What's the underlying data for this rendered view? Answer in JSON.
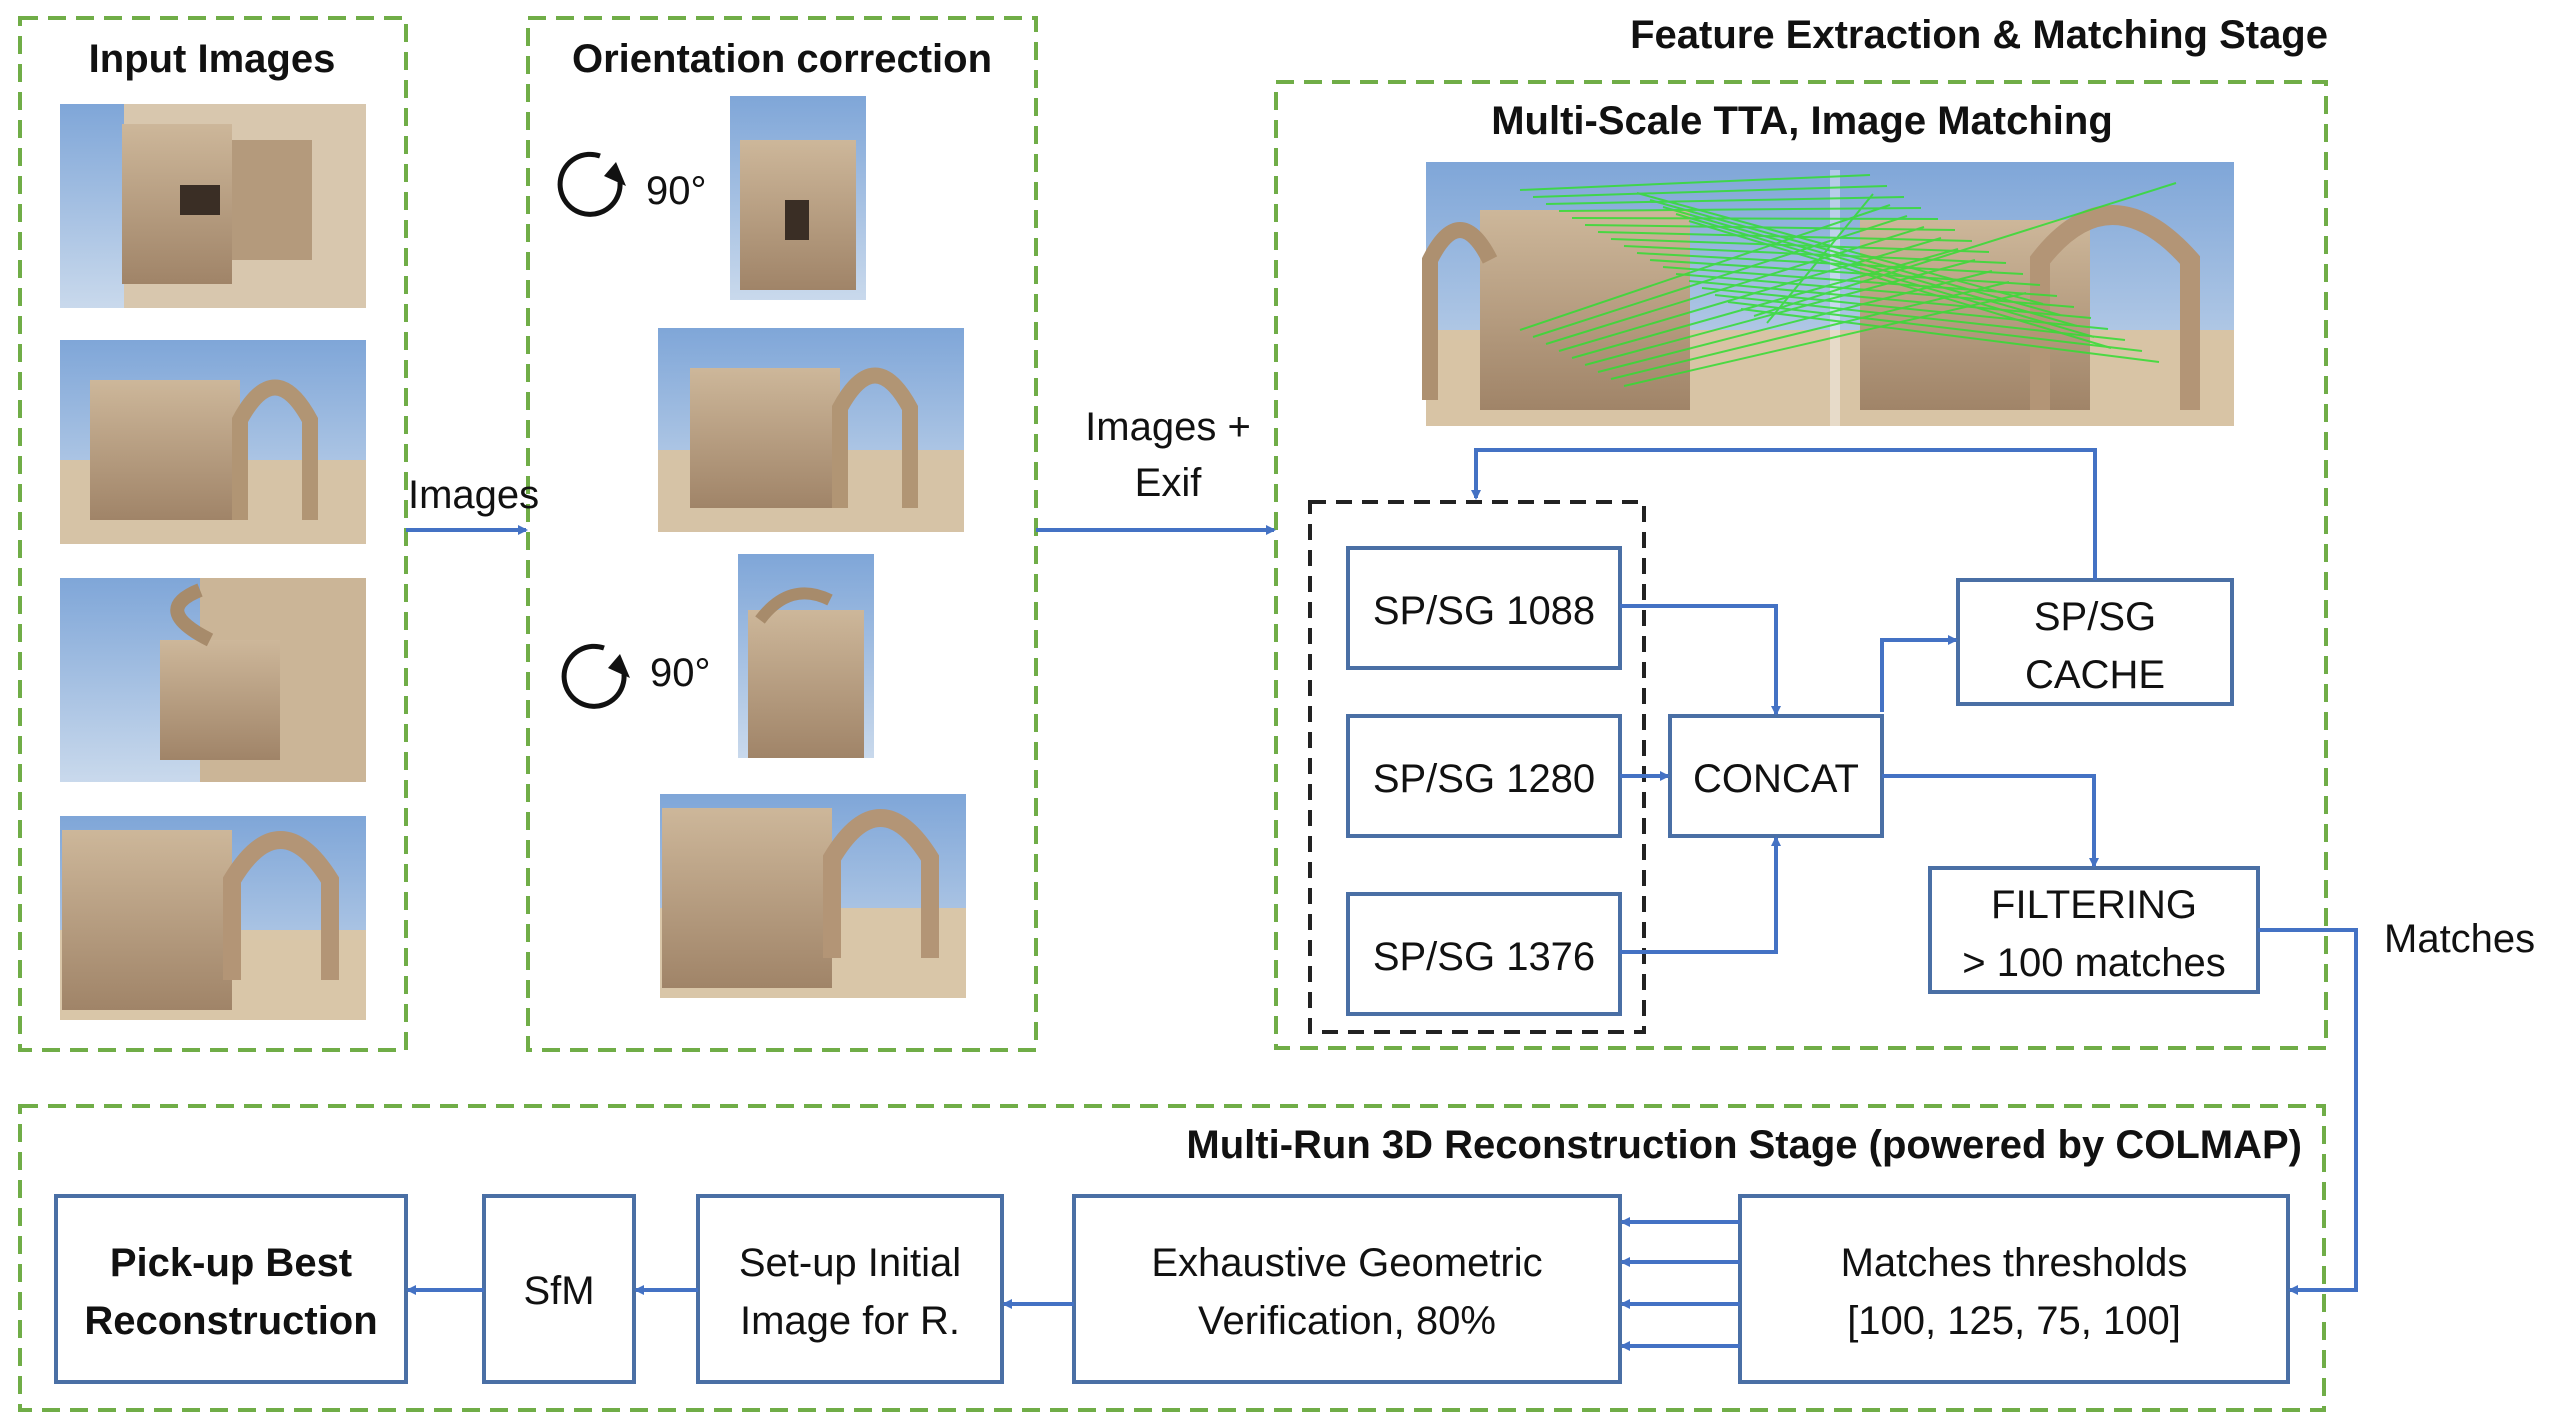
{
  "panels": {
    "input": {
      "title": "Input Images"
    },
    "orientation": {
      "title": "Orientation correction",
      "rotation_1": "90°",
      "rotation_2": "90°"
    },
    "feature": {
      "stage_title": "Feature Extraction & Matching Stage",
      "subtitle": "Multi-Scale TTA, Image Matching"
    },
    "reconstruction": {
      "stage_title": "Multi-Run 3D Reconstruction Stage (powered by COLMAP)"
    }
  },
  "edges": {
    "images": "Images",
    "images_exif_1": "Images +",
    "images_exif_2": "Exif",
    "matches": "Matches"
  },
  "nodes": {
    "sp1088": "SP/SG 1088",
    "sp1280": "SP/SG 1280",
    "sp1376": "SP/SG 1376",
    "concat": "CONCAT",
    "cache_1": "SP/SG",
    "cache_2": "CACHE",
    "filtering_1": "FILTERING",
    "filtering_2": "> 100 matches",
    "thresholds_1": "Matches thresholds",
    "thresholds_2": "[100, 125, 75, 100]",
    "geom_1": "Exhaustive Geometric",
    "geom_2": "Verification, 80%",
    "initial_1": "Set-up Initial",
    "initial_2": "Image for R.",
    "sfm": "SfM",
    "best_1": "Pick-up Best",
    "best_2": "Reconstruction"
  },
  "colors": {
    "panel_border": "#70ad47",
    "box_border": "#4a6fa5",
    "arrow": "#4472c4",
    "match_lines": "#33dd33"
  }
}
